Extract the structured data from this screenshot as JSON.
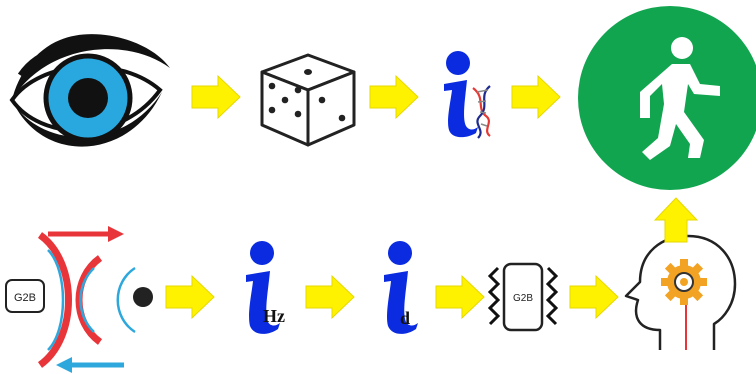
{
  "labels": {
    "g2b_left": "G2B",
    "g2b_device": "G2B",
    "hz_sub": "Hz",
    "d_sub": "d"
  },
  "colors": {
    "arrow": "#FFF200",
    "arrow_outline": "#E6D800",
    "info_blue": "#0A2BE0",
    "iris": "#29A8E0",
    "pupil": "#111111",
    "walk_circle": "#12A550",
    "wave_red": "#E8353A",
    "wave_blue": "#2EA8DC",
    "gear": "#F2A324",
    "dna_red": "#E53935"
  },
  "icons": [
    "eye-icon",
    "dice-icon",
    "info-dna-icon",
    "walking-person-icon",
    "g2b-radar-icon",
    "info-hz-icon",
    "info-d-icon",
    "vibrating-device-icon",
    "head-gear-icon"
  ]
}
